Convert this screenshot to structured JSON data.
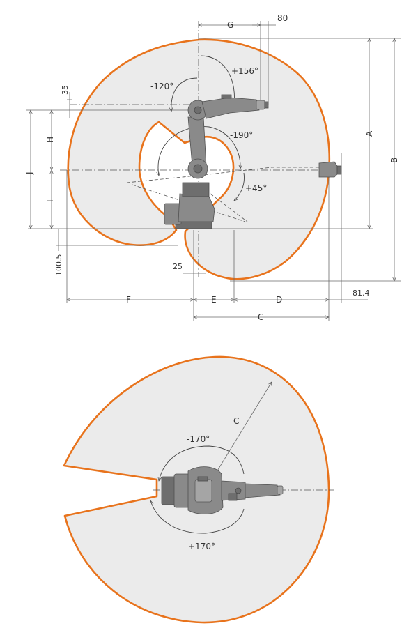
{
  "colors": {
    "envelope_stroke": "#e8731c",
    "envelope_fill": "#ebebeb",
    "robot": "#8a8a8a"
  },
  "side_view": {
    "dims": {
      "G": "G",
      "d80": "80",
      "A": "A",
      "B": "B",
      "d35": "35",
      "H": "H",
      "J": "J",
      "I": "I",
      "d100_5": "100.5",
      "d25": "25",
      "F": "F",
      "E": "E",
      "D": "D",
      "C": "C",
      "d81_4": "81.4"
    },
    "angles": {
      "a1": "-120°",
      "a2": "+156°",
      "a3": "-190°",
      "a4": "+45°"
    }
  },
  "top_view": {
    "dims": {
      "C": "C"
    },
    "angles": {
      "a1": "-170°",
      "a2": "+170°"
    }
  }
}
